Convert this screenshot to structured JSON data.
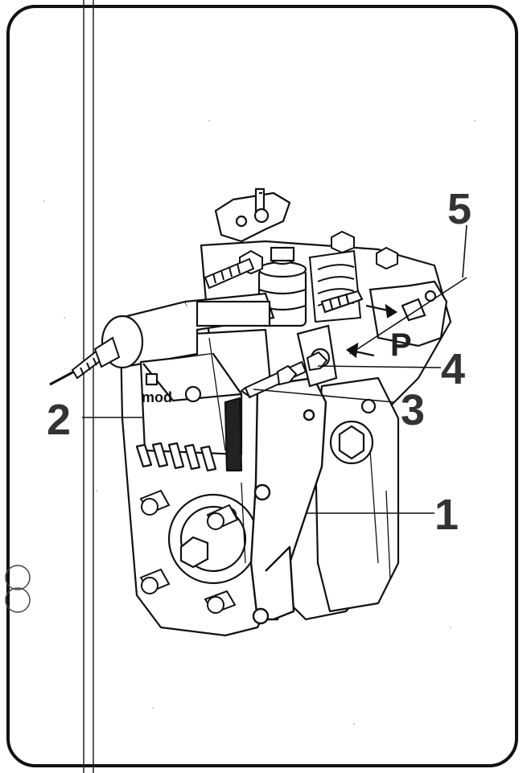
{
  "callouts": {
    "c1": "1",
    "c2": "2",
    "c3": "3",
    "c4": "4",
    "c5": "5"
  },
  "marks": {
    "p_label": "P",
    "brand_text": "mod"
  },
  "colors": {
    "ink": "#111111",
    "callout_gray": "#333333",
    "paper": "#ffffff",
    "speckle": "#bfbfbf"
  }
}
